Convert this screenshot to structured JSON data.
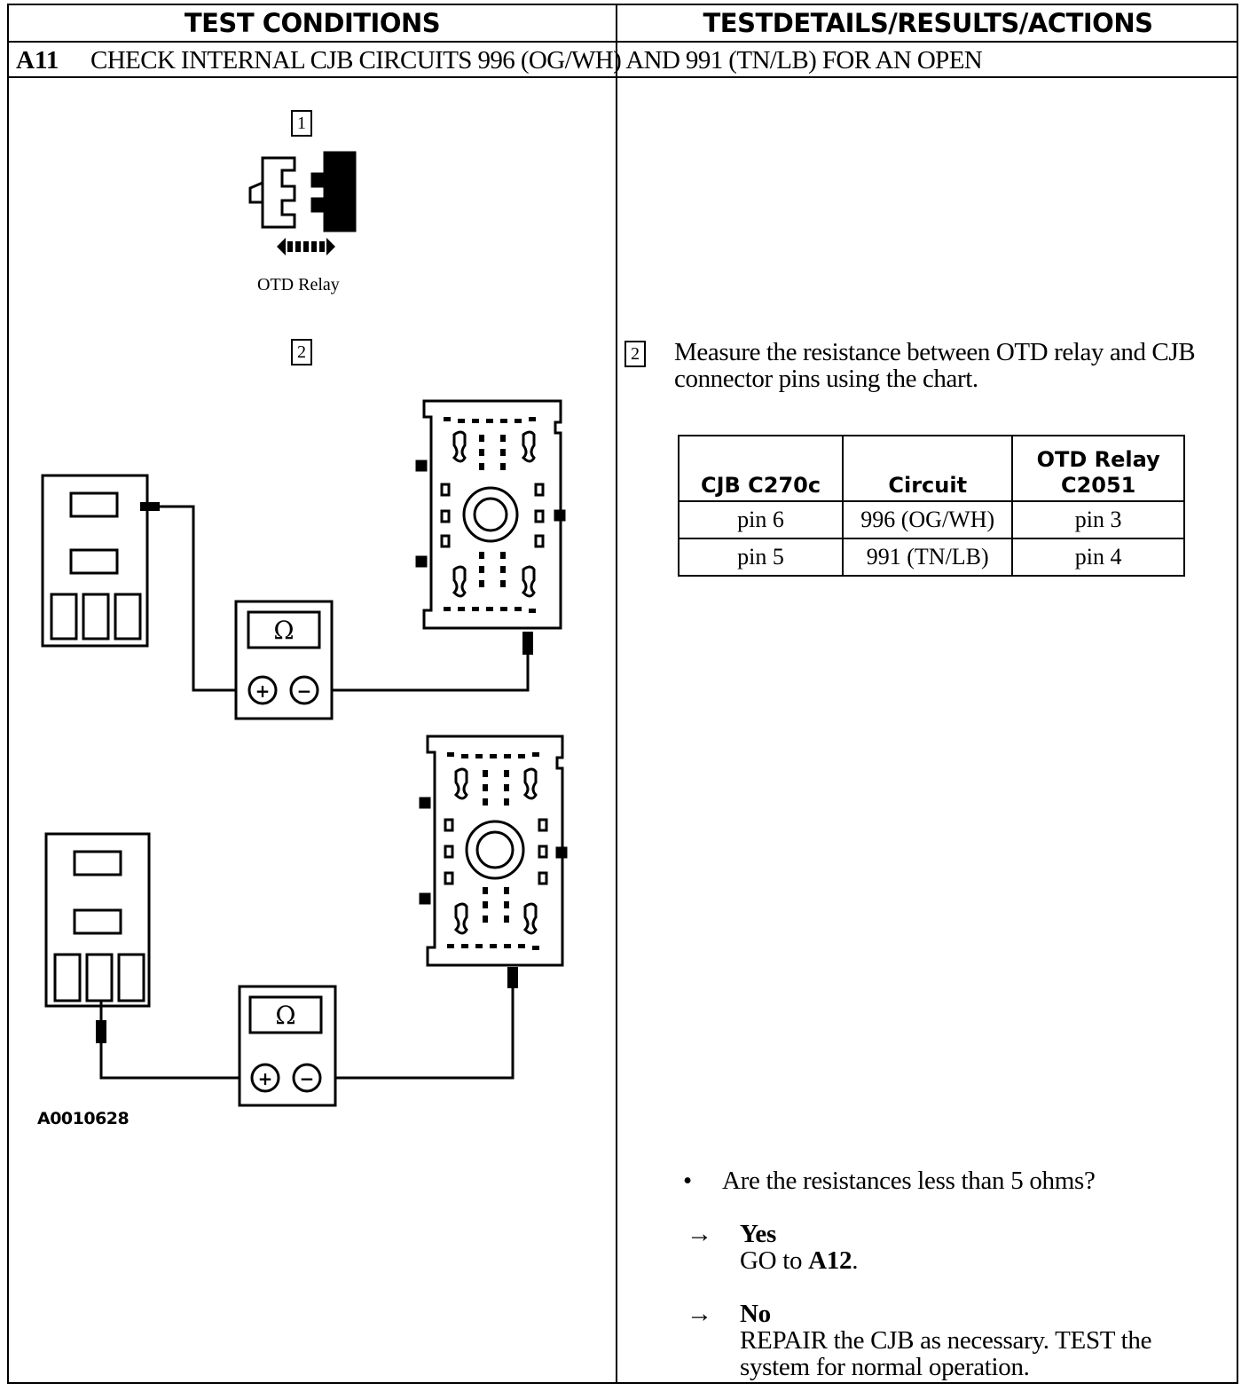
{
  "header": {
    "left": "TEST CONDITIONS",
    "right": "TESTDETAILS/RESULTS/ACTIONS"
  },
  "step": {
    "id": "A11",
    "title": "CHECK INTERNAL CJB CIRCUITS 996 (OG/WH) AND 991 (TN/LB) FOR AN OPEN"
  },
  "diagram": {
    "step1_num": "1",
    "relay_caption": "OTD Relay",
    "step2_num": "2",
    "ohm_symbol": "Ω",
    "plus": "+",
    "minus": "−",
    "figure_ref": "A0010628"
  },
  "details": {
    "step2_num": "2",
    "instruction": "Measure the resistance between OTD relay and CJB connector pins using the chart.",
    "table": {
      "headers": [
        "CJB C270c",
        "Circuit",
        "OTD Relay C2051"
      ],
      "rows": [
        [
          "pin 6",
          "996 (OG/WH)",
          "pin 3"
        ],
        [
          "pin 5",
          "991 (TN/LB)",
          "pin 4"
        ]
      ]
    },
    "question_bullet": "•",
    "question": "Are the resistances less than 5 ohms?",
    "arrow": "→",
    "yes_label": "Yes",
    "yes_action_prefix": "GO to ",
    "yes_action_target": "A12",
    "yes_action_suffix": ".",
    "no_label": "No",
    "no_action_line1": "REPAIR the CJB as necessary. TEST the",
    "no_action_line2": "system for normal operation."
  }
}
